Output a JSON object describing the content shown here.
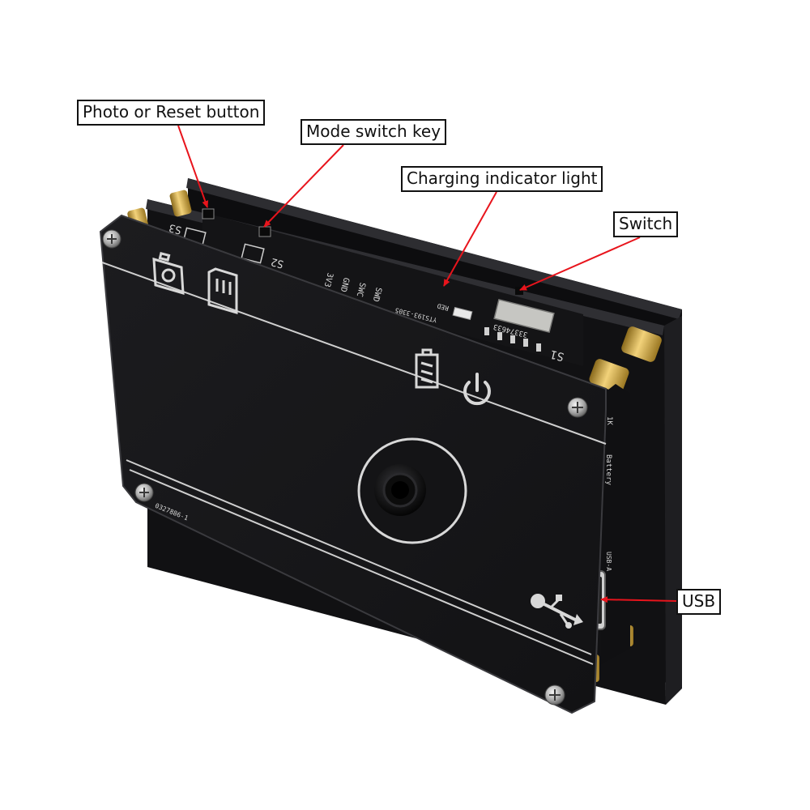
{
  "callouts": {
    "photo_reset": "Photo or Reset button",
    "mode_switch": "Mode switch key",
    "charging_light": "Charging indicator light",
    "switch": "Switch",
    "usb": "USB"
  },
  "silkscreen": {
    "s3": "S3",
    "s2": "S2",
    "s1": "S1",
    "pin_3v3": "3V3",
    "pin_gnd": "GND",
    "pin_swc": "SWC",
    "pin_swd": "SWD",
    "red": "RED",
    "part_a": "33374633",
    "part_b": "YTS193-3305",
    "battery": "Battery",
    "side_1k": "1K",
    "side_usb": "USB-A",
    "front_code": "0327886-1"
  },
  "colors": {
    "arrow": "#e8141c",
    "board": "#161618",
    "board_edge": "#2b2b2e",
    "standoff": "#c9a034",
    "silkscreen": "#d8d8d8"
  },
  "icons": [
    "camera-icon",
    "sd-card-icon",
    "battery-icon",
    "power-icon",
    "usb-icon"
  ]
}
